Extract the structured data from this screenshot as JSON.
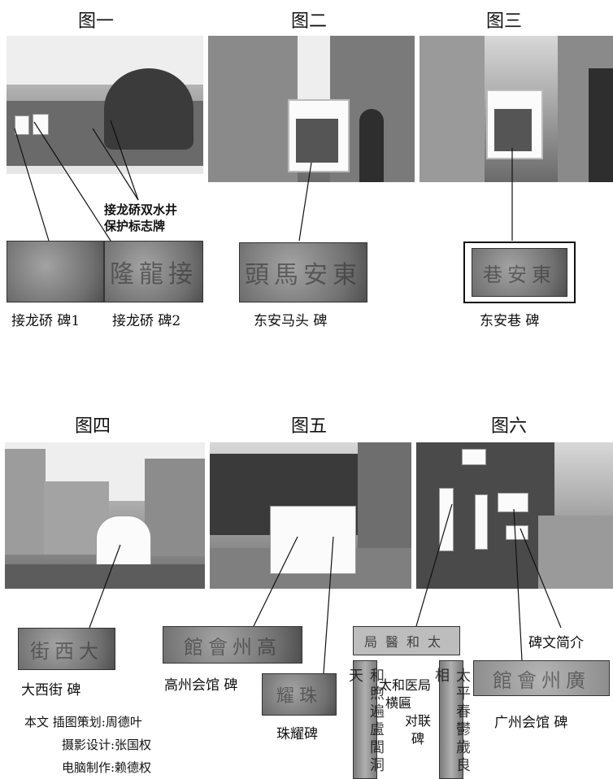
{
  "figures": {
    "fig1": "图一",
    "fig2": "图二",
    "fig3": "图三",
    "fig4": "图四",
    "fig5": "图五",
    "fig6": "图六"
  },
  "labels": {
    "jielong_sign_line1": "接龙硚双水井",
    "jielong_sign_line2": "保护标志牌",
    "jielong_stele1": "接龙硚 碑1",
    "jielong_stele2": "接龙硚 碑2",
    "dongan_matou": "东安马头 碑",
    "dongan_xiang": "东安巷  碑",
    "daxi_jie": "大西街  碑",
    "gaozhou_huiguan": "高州会馆 碑",
    "zhuyao": "珠耀碑",
    "taihe_line1": "太和医局",
    "taihe_line2": "横匾",
    "taihe_line3": "对联",
    "taihe_line4": "碑",
    "stele_intro": "碑文简介",
    "guangzhou_huiguan": "广州会馆  碑"
  },
  "credits": {
    "line1": "本文 插图策划:周德叶",
    "line2": "摄影设计:张国权",
    "line3": "电脑制作:赖德权"
  },
  "stele_text": {
    "jielong2": "隆龍接",
    "dongan_matou": "頭馬安東",
    "dongan_xiang": "巷安東",
    "daxi": "街西大",
    "gaozhou": "館會州高",
    "zhuyao": "耀珠",
    "taihe_plaque": "局醫和太",
    "couplet_left": "和煦遍盧閭洞天",
    "couplet_right": "太平春鬱歲良相",
    "guangzhou": "館會州廣"
  }
}
